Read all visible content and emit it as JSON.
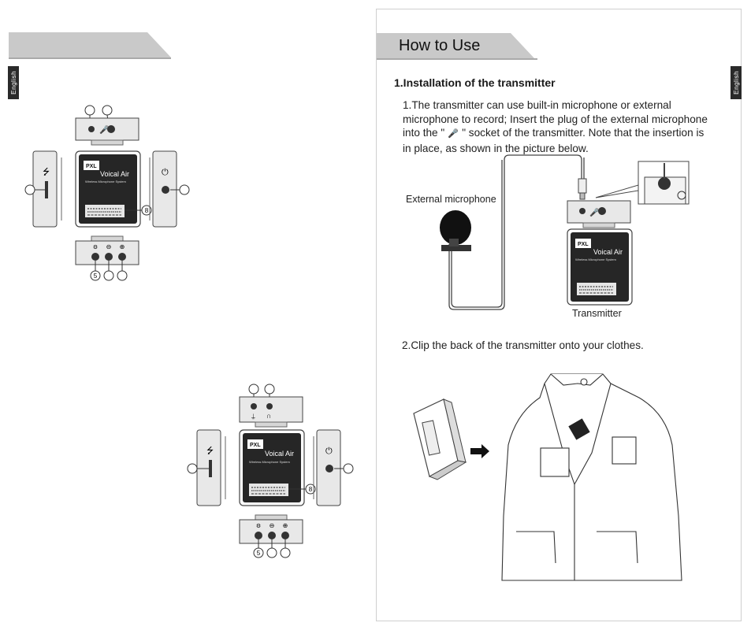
{
  "language_tab": "English",
  "left_banner": {
    "title": ""
  },
  "right_banner": {
    "title": "How to Use"
  },
  "device": {
    "brand_logo": "PXL",
    "product_name": "Voical Air",
    "subtitle": "Wireless Microphone System",
    "callouts_top": [
      "",
      ""
    ],
    "callout_side": "",
    "callout_screen": "8",
    "callouts_bottom": [
      "5",
      "",
      ""
    ]
  },
  "section1": {
    "heading": "1.Installation of the transmitter",
    "para_lines": [
      "1.The transmitter can use built-in microphone or external",
      "microphone to record; Insert the plug of the external microphone",
      "into the \"",
      "\" socket of the transmitter. Note that the insertion is",
      "in place, as shown in the picture below."
    ],
    "label_external_mic": "External microphone",
    "label_transmitter": "Transmitter"
  },
  "section2": {
    "para": "2.Clip the back of the transmitter onto your clothes."
  },
  "colors": {
    "banner": "#c9c9c9",
    "tab": "#2a2a2a",
    "screen": "#1e1e1e"
  }
}
